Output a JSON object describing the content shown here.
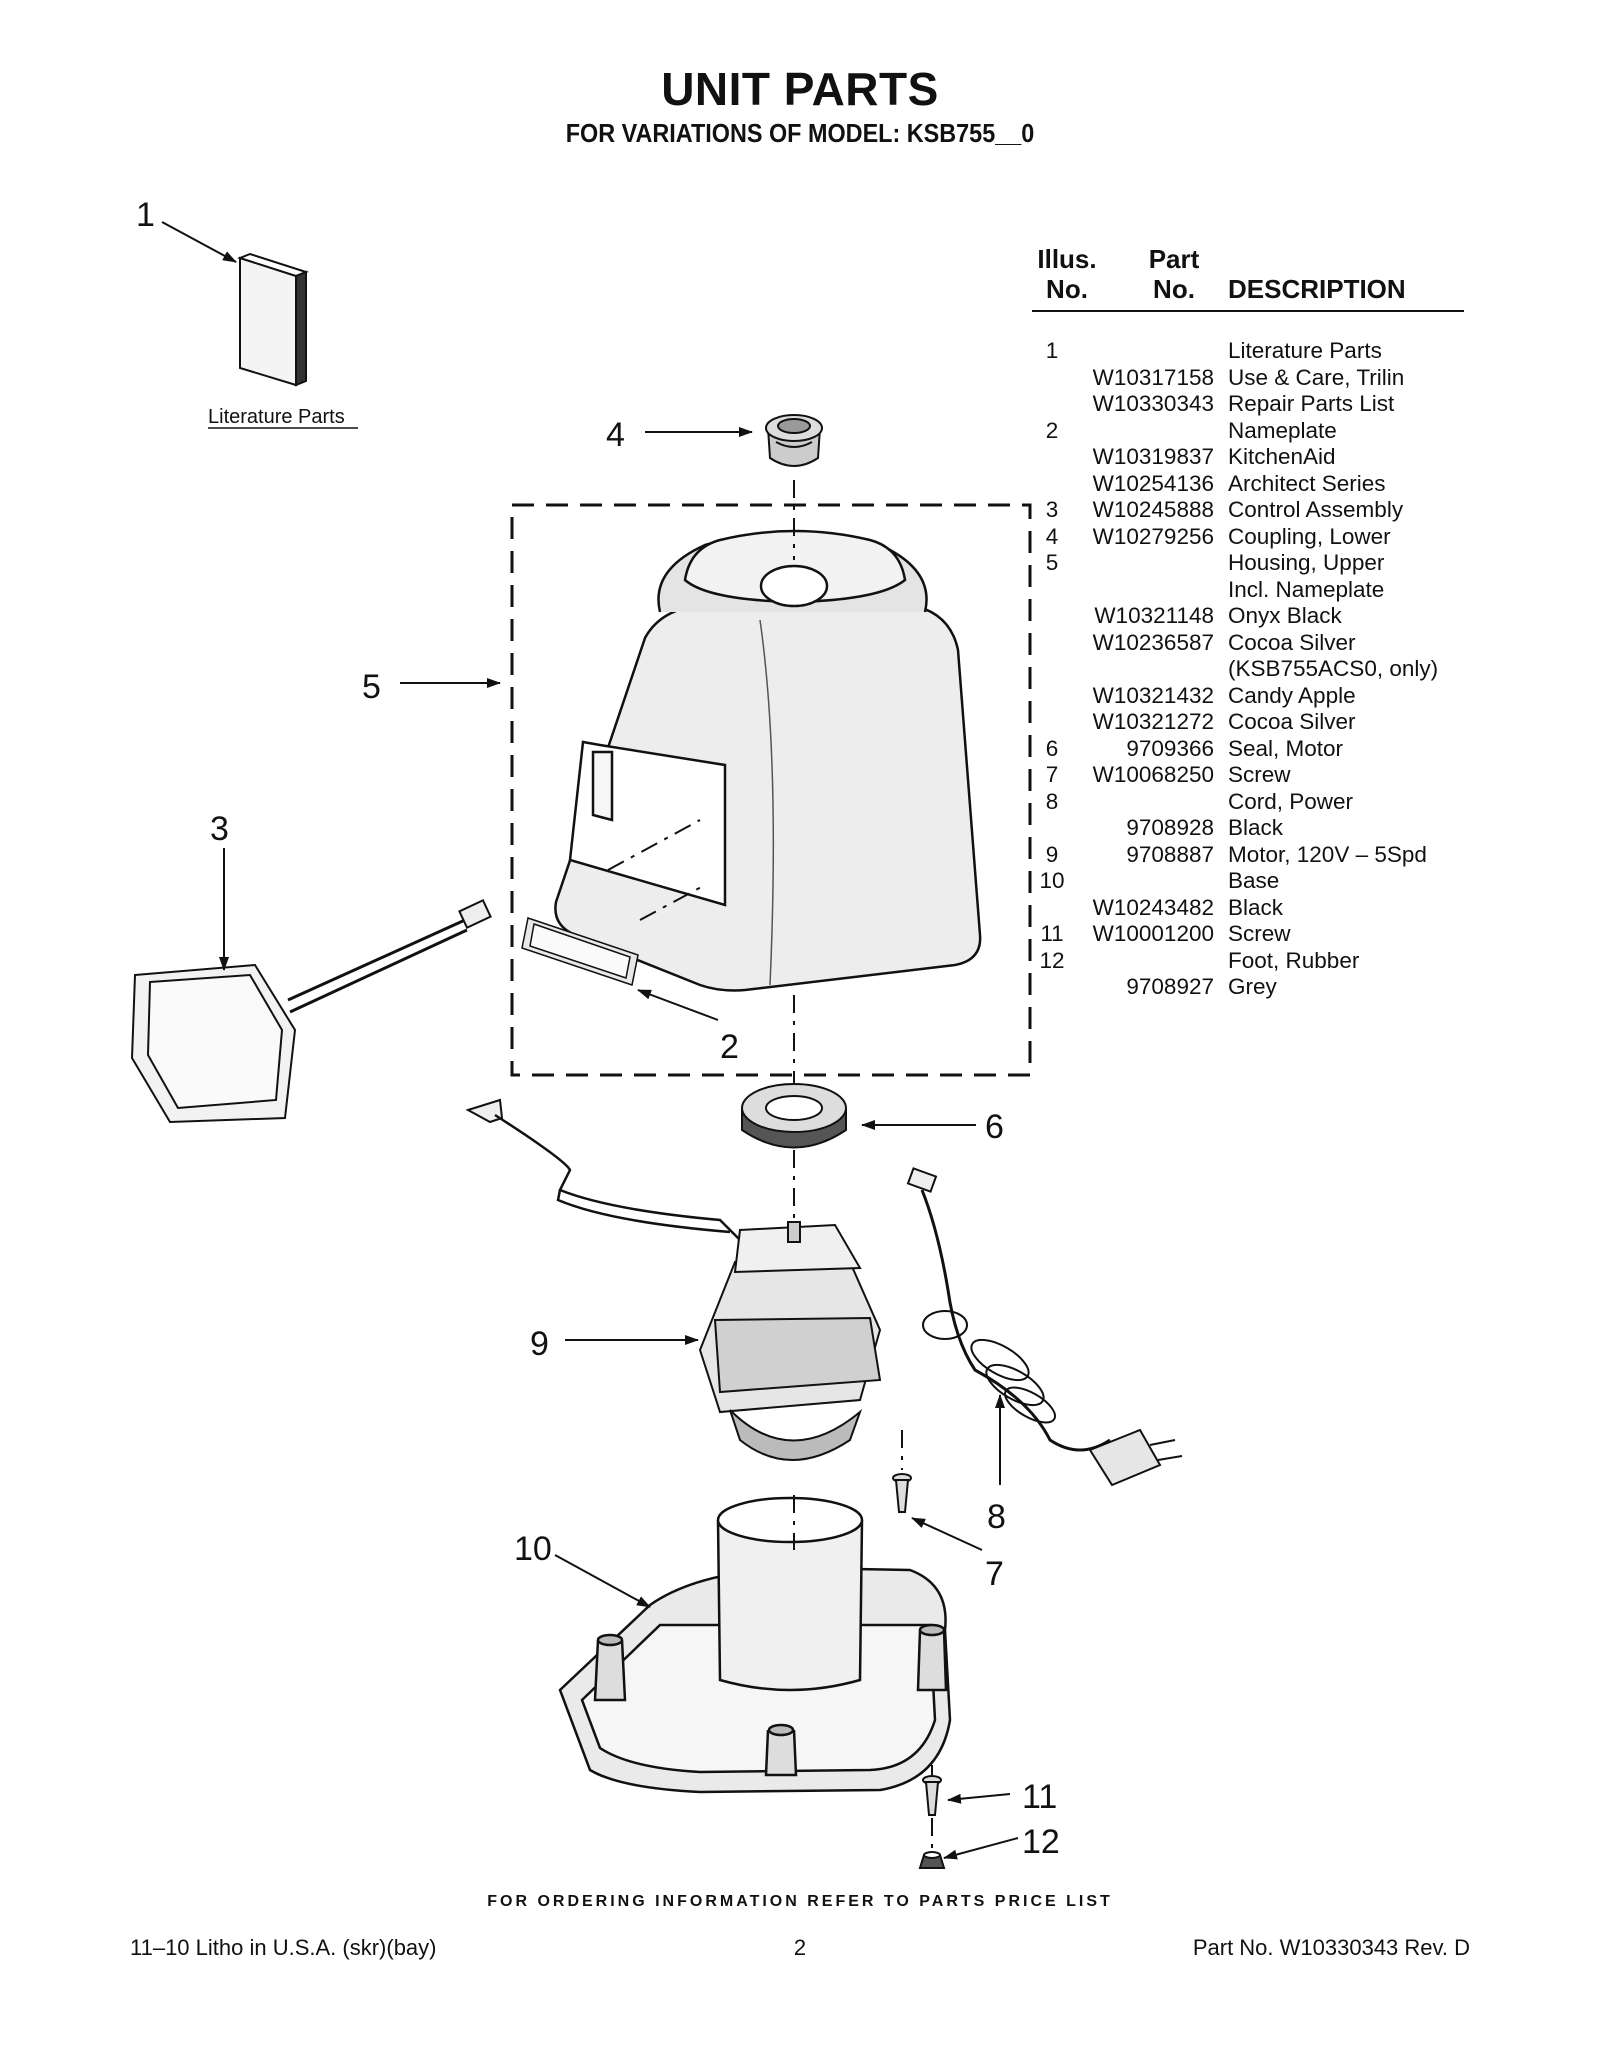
{
  "header": {
    "title": "UNIT PARTS",
    "subtitle": "FOR VARIATIONS OF MODEL: KSB755__0"
  },
  "diagram": {
    "literature_caption": "Literature Parts",
    "callouts": [
      "1",
      "2",
      "3",
      "4",
      "5",
      "6",
      "7",
      "8",
      "9",
      "10",
      "11",
      "12"
    ]
  },
  "parts_table": {
    "headers": {
      "illus_line1": "Illus.",
      "illus_line2": "No.",
      "part_line1": "Part",
      "part_line2": "No.",
      "description": "DESCRIPTION"
    },
    "rows": [
      {
        "illus": "1",
        "part": "",
        "desc": "Literature Parts"
      },
      {
        "illus": "",
        "part": "W10317158",
        "desc": "Use & Care, Trilin"
      },
      {
        "illus": "",
        "part": "W10330343",
        "desc": "Repair Parts List"
      },
      {
        "illus": "2",
        "part": "",
        "desc": "Nameplate"
      },
      {
        "illus": "",
        "part": "W10319837",
        "desc": "KitchenAid"
      },
      {
        "illus": "",
        "part": "W10254136",
        "desc": "Architect Series"
      },
      {
        "illus": "3",
        "part": "W10245888",
        "desc": "Control Assembly"
      },
      {
        "illus": "4",
        "part": "W10279256",
        "desc": "Coupling, Lower"
      },
      {
        "illus": "5",
        "part": "",
        "desc": "Housing, Upper"
      },
      {
        "illus": "",
        "part": "",
        "desc": "Incl. Nameplate"
      },
      {
        "illus": "",
        "part": "W10321148",
        "desc": "Onyx Black"
      },
      {
        "illus": "",
        "part": "W10236587",
        "desc": "Cocoa Silver"
      },
      {
        "illus": "",
        "part": "",
        "desc": "(KSB755ACS0, only)"
      },
      {
        "illus": "",
        "part": "W10321432",
        "desc": "Candy Apple"
      },
      {
        "illus": "",
        "part": "W10321272",
        "desc": "Cocoa Silver"
      },
      {
        "illus": "6",
        "part": "9709366",
        "desc": "Seal, Motor"
      },
      {
        "illus": "7",
        "part": "W10068250",
        "desc": "Screw"
      },
      {
        "illus": "8",
        "part": "",
        "desc": "Cord, Power"
      },
      {
        "illus": "",
        "part": "9708928",
        "desc": "Black"
      },
      {
        "illus": "9",
        "part": "9708887",
        "desc": "Motor, 120V – 5Spd"
      },
      {
        "illus": "10",
        "part": "",
        "desc": "Base"
      },
      {
        "illus": "",
        "part": "W10243482",
        "desc": "Black"
      },
      {
        "illus": "11",
        "part": "W10001200",
        "desc": "Screw"
      },
      {
        "illus": "12",
        "part": "",
        "desc": "Foot, Rubber"
      },
      {
        "illus": "",
        "part": "9708927",
        "desc": "Grey"
      }
    ]
  },
  "footer": {
    "order_note": "FOR ORDERING INFORMATION REFER TO PARTS PRICE LIST",
    "left": "11–10 Litho in U.S.A. (skr)(bay)",
    "page": "2",
    "right": "Part No. W10330343 Rev. D"
  }
}
